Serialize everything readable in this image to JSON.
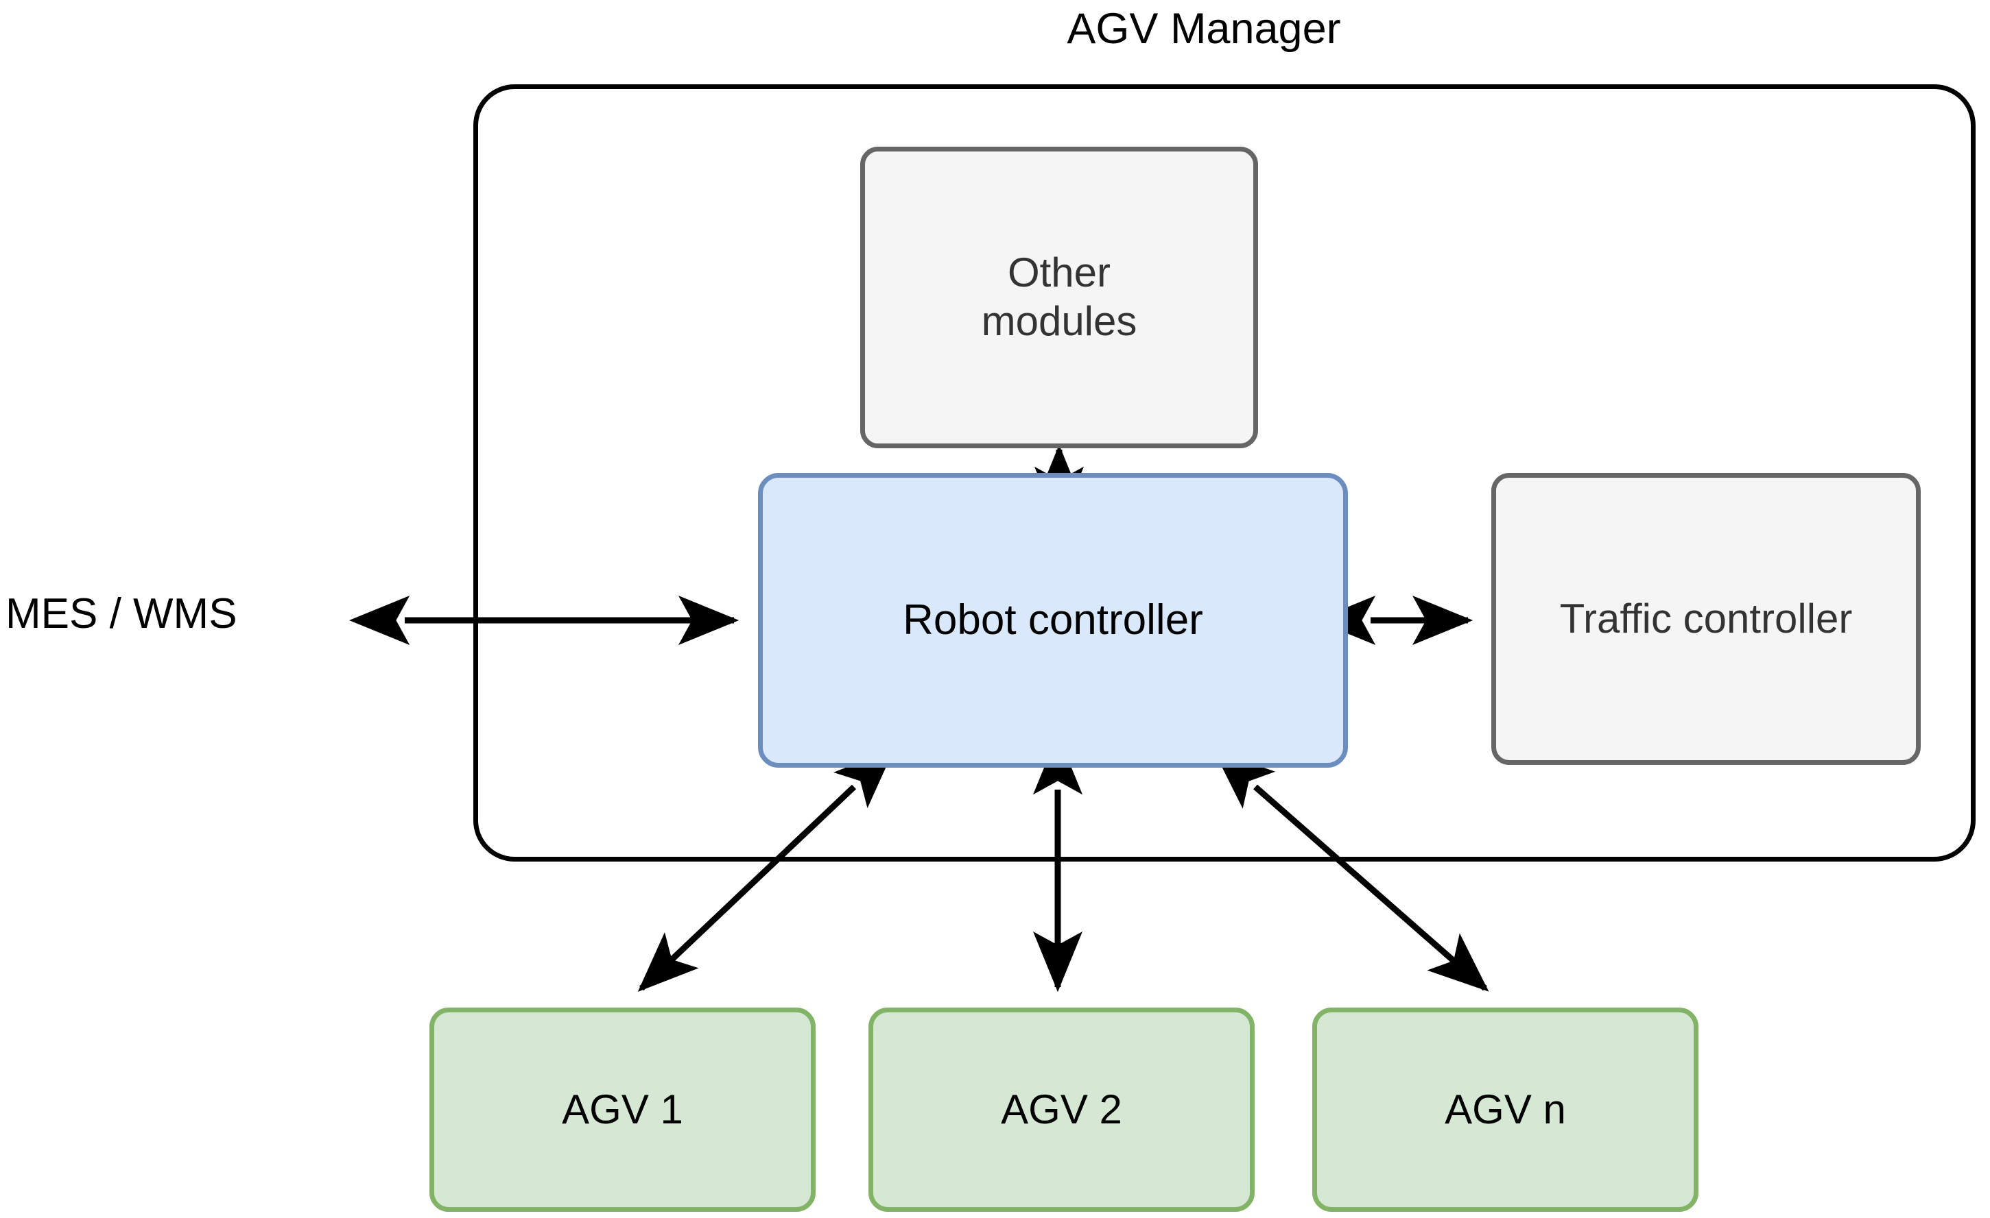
{
  "diagram": {
    "title": "AGV Manager",
    "container": {
      "label": "AGV Manager"
    },
    "external": {
      "mes_wms_label": "MES / WMS"
    },
    "nodes": {
      "other_modules": {
        "label": "Other\nmodules"
      },
      "robot_controller": {
        "label": "Robot controller"
      },
      "traffic_controller": {
        "label": "Traffic controller"
      },
      "agvs": [
        {
          "label": "AGV 1"
        },
        {
          "label": "AGV 2"
        },
        {
          "label": "AGV n"
        }
      ]
    },
    "colors": {
      "container_border": "#000000",
      "grey_fill": "#f5f5f5",
      "grey_border": "#666666",
      "grey_text": "#333333",
      "blue_fill": "#dae8fc",
      "blue_border": "#6c8ebf",
      "green_fill": "#d5e8d4",
      "green_border": "#82b366",
      "edge": "#000000",
      "text": "#000000",
      "background": "#ffffff"
    },
    "edges": [
      {
        "name": "mes-wms-to-robot-controller",
        "style": "double-arrow",
        "orientation": "horizontal"
      },
      {
        "name": "other-modules-to-robot-controller",
        "style": "double-arrow",
        "orientation": "vertical"
      },
      {
        "name": "robot-controller-to-traffic-controller",
        "style": "double-arrow",
        "orientation": "horizontal"
      },
      {
        "name": "robot-controller-to-agv-1",
        "style": "double-arrow",
        "orientation": "diagonal"
      },
      {
        "name": "robot-controller-to-agv-2",
        "style": "double-arrow",
        "orientation": "vertical"
      },
      {
        "name": "robot-controller-to-agv-n",
        "style": "double-arrow",
        "orientation": "diagonal"
      }
    ]
  }
}
